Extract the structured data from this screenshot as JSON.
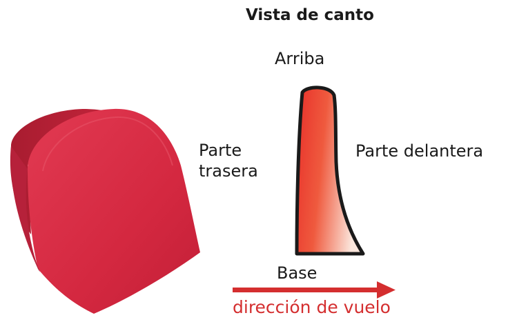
{
  "diagram": {
    "title": "Vista de canto",
    "labels": {
      "top": "Arriba",
      "back": "Parte\ntrasera",
      "front": "Parte delantera",
      "base": "Base",
      "direction": "dirección de vuelo"
    },
    "colors": {
      "cushion": "#d92a43",
      "profile_dark": "#e8302a",
      "profile_light": "#fbe6dc",
      "arrow": "#d42e2f",
      "text": "#1a1a1a"
    }
  }
}
